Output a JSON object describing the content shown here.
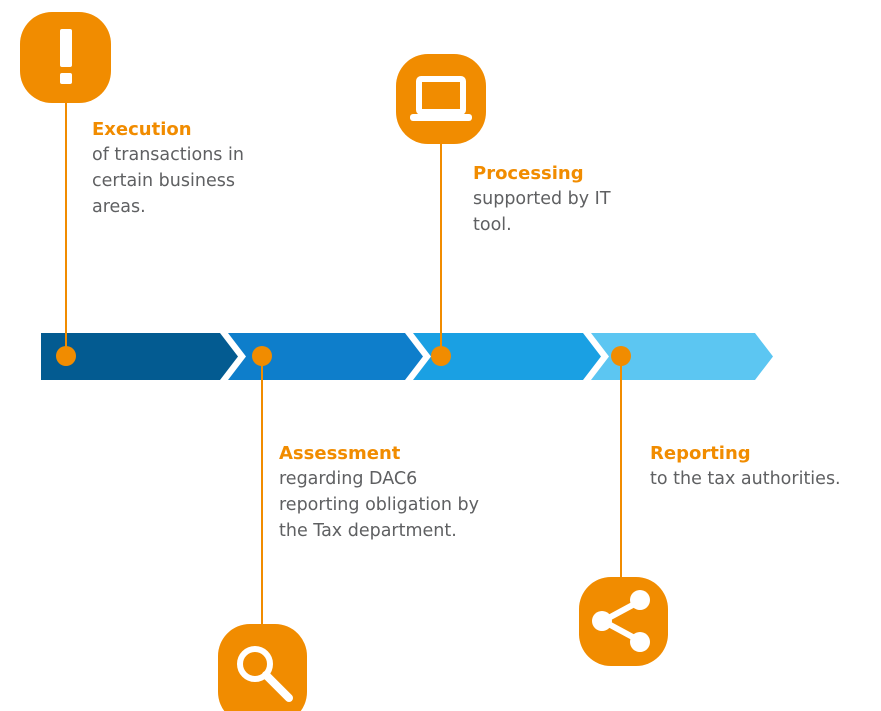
{
  "colors": {
    "accent": "#f18c00",
    "text": "#5f6062",
    "chevrons": [
      "#035b91",
      "#0e7ecb",
      "#1aa0e3",
      "#5cc6f2"
    ]
  },
  "steps": [
    {
      "title": "Execution",
      "description": "of transactions in\ncertain business\nareas.",
      "icon": "exclamation-icon"
    },
    {
      "title": "Assessment",
      "description": "regarding DAC6\nreporting obligation by\nthe Tax department.",
      "icon": "magnifier-icon"
    },
    {
      "title": "Processing",
      "description": "supported by IT\ntool.",
      "icon": "laptop-icon"
    },
    {
      "title": "Reporting",
      "description": "to the tax authorities.",
      "icon": "share-icon"
    }
  ]
}
